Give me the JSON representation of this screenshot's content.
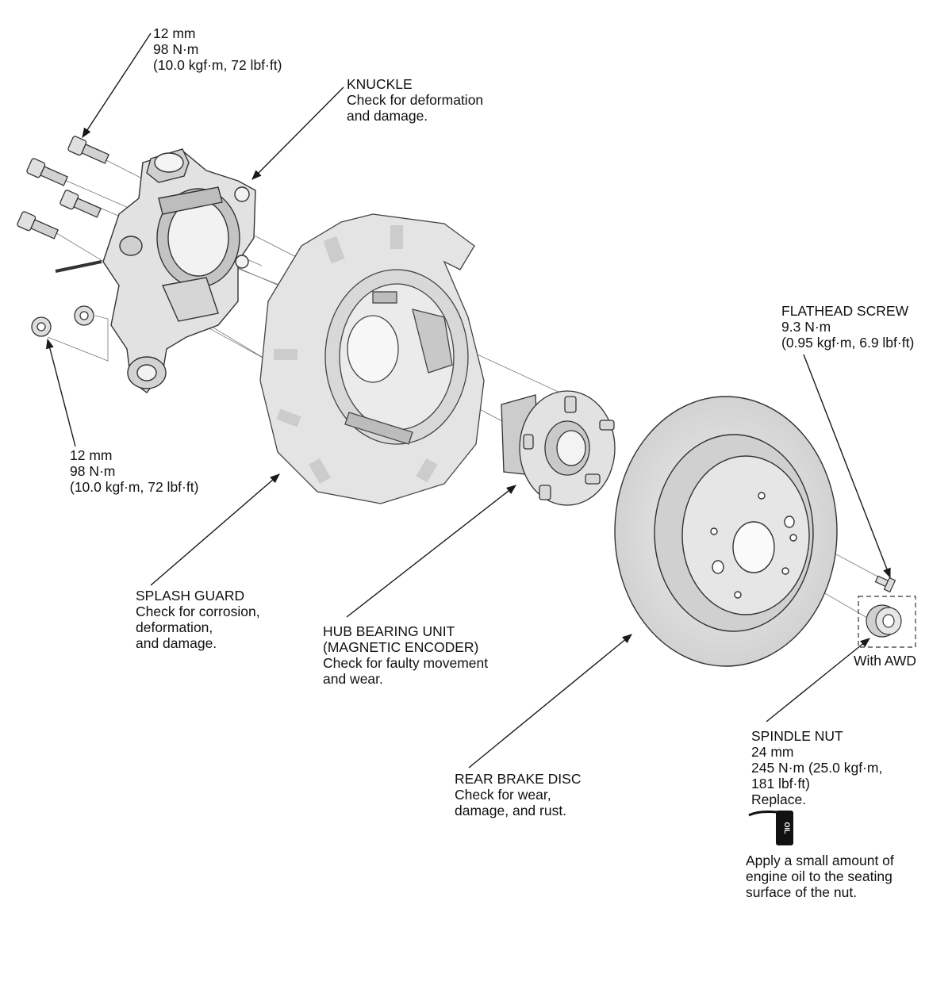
{
  "labels": {
    "bolt_upper": [
      "12 mm",
      "98 N·m",
      "(10.0 kgf·m, 72 lbf·ft)"
    ],
    "knuckle": [
      "KNUCKLE",
      "Check for deformation",
      "and damage."
    ],
    "nut_lower": [
      "12 mm",
      "98 N·m",
      "(10.0 kgf·m, 72 lbf·ft)"
    ],
    "splash_guard": [
      "SPLASH GUARD",
      "Check for corrosion,",
      "deformation,",
      "and damage."
    ],
    "hub_bearing": [
      "HUB BEARING UNIT",
      "(MAGNETIC ENCODER)",
      "Check for faulty movement",
      "and wear."
    ],
    "rear_brake_disc": [
      "REAR BRAKE DISC",
      "Check for wear,",
      "damage, and rust."
    ],
    "flathead_screw": [
      "FLATHEAD SCREW",
      "9.3 N·m",
      "(0.95 kgf·m, 6.9 lbf·ft)"
    ],
    "with_awd": [
      "With AWD"
    ],
    "spindle_nut": [
      "SPINDLE NUT",
      "24 mm",
      "245 N·m (25.0 kgf·m,",
      "181 lbf·ft)",
      "Replace."
    ],
    "oil_note": [
      "Apply a small amount of",
      "engine oil to the seating",
      "surface of the nut."
    ]
  },
  "oil_can_text": "OIL",
  "colors": {
    "line": "#1a1a1a",
    "part_fill": "#e2e2e2",
    "part_shade": "#c4c4c4",
    "part_dark": "#9a9a9a"
  }
}
